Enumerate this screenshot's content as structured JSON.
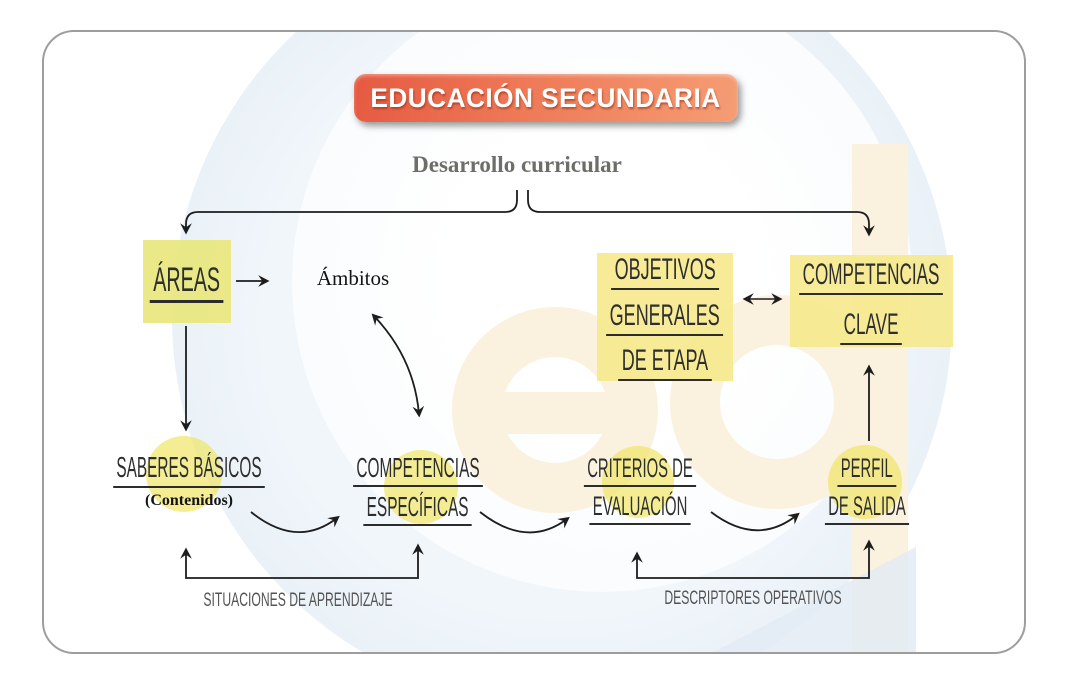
{
  "banner": {
    "title": "EDUCACIÓN SECUNDARIA"
  },
  "subtitle": {
    "text": "Desarrollo curricular"
  },
  "nodes": {
    "areas": {
      "label": "ÁREAS"
    },
    "ambitos": {
      "label": "Ámbitos"
    },
    "objetivos_generales": {
      "lines": [
        "OBJETIVOS",
        "GENERALES",
        "DE ETAPA"
      ]
    },
    "competencias_clave": {
      "lines": [
        "COMPETENCIAS",
        "CLAVE"
      ]
    },
    "saberes_basicos": {
      "lines": [
        "SABERES BÁSICOS"
      ],
      "note": "(Contenidos)"
    },
    "competencias_especificas": {
      "lines": [
        "COMPETENCIAS",
        "ESPECÍFICAS"
      ]
    },
    "criterios_evaluacion": {
      "lines": [
        "CRITERIOS DE",
        "EVALUACIÓN"
      ]
    },
    "perfil_salida": {
      "lines": [
        "PERFIL",
        "DE SALIDA"
      ]
    }
  },
  "bottom_labels": {
    "situaciones": "SITUACIONES DE APRENDIZAJE",
    "descriptores": "DESCRIPTORES OPERATIVOS"
  },
  "colors": {
    "banner_gradient_start": "#e55a41",
    "banner_gradient_end": "#f59d74",
    "highlight_box": "#f0e882",
    "highlight_circle": "#f0e669",
    "watermark_blue": "#dde8f2",
    "watermark_cream": "#fbf1df",
    "text": "#2e2e2e",
    "subtitle_gray": "#6e6e69",
    "bottom_label_gray": "#545454"
  }
}
